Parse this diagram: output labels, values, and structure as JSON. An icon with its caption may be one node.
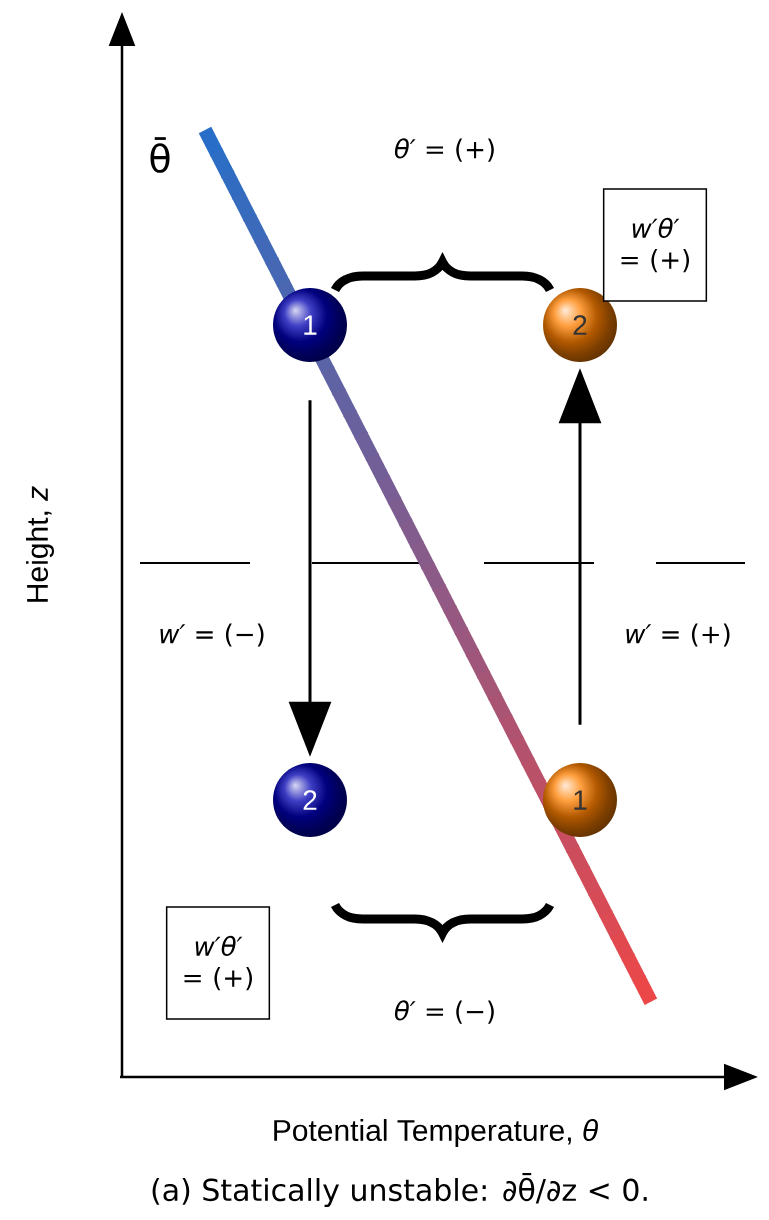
{
  "diagram": {
    "caption": "(a) Statically unstable: ∂θ̄/∂z < 0.",
    "nodes": [
      {
        "text": [
          "1"
        ]
      },
      {
        "text": [
          "2"
        ]
      },
      {
        "text": [
          "2"
        ]
      },
      {
        "text": [
          "1"
        ]
      },
      {
        "text": [
          "*w′θ′* = (+)"
        ]
      },
      {
        "text": [
          "*w′θ′* = (+)"
        ]
      }
    ],
    "edges": [
      {
        "from": 0,
        "to": 2,
        "arrow": "to",
        "label": "*w′* = (−)"
      },
      {
        "from": 3,
        "to": 1,
        "arrow": "to",
        "label": "*w′* = (+)"
      }
    ],
    "labels": [
      "θ̄",
      "*θ′* = (+)",
      "*θ′* = (−)",
      "Height, *z*",
      "Potential Temperature, *θ*"
    ]
  }
}
